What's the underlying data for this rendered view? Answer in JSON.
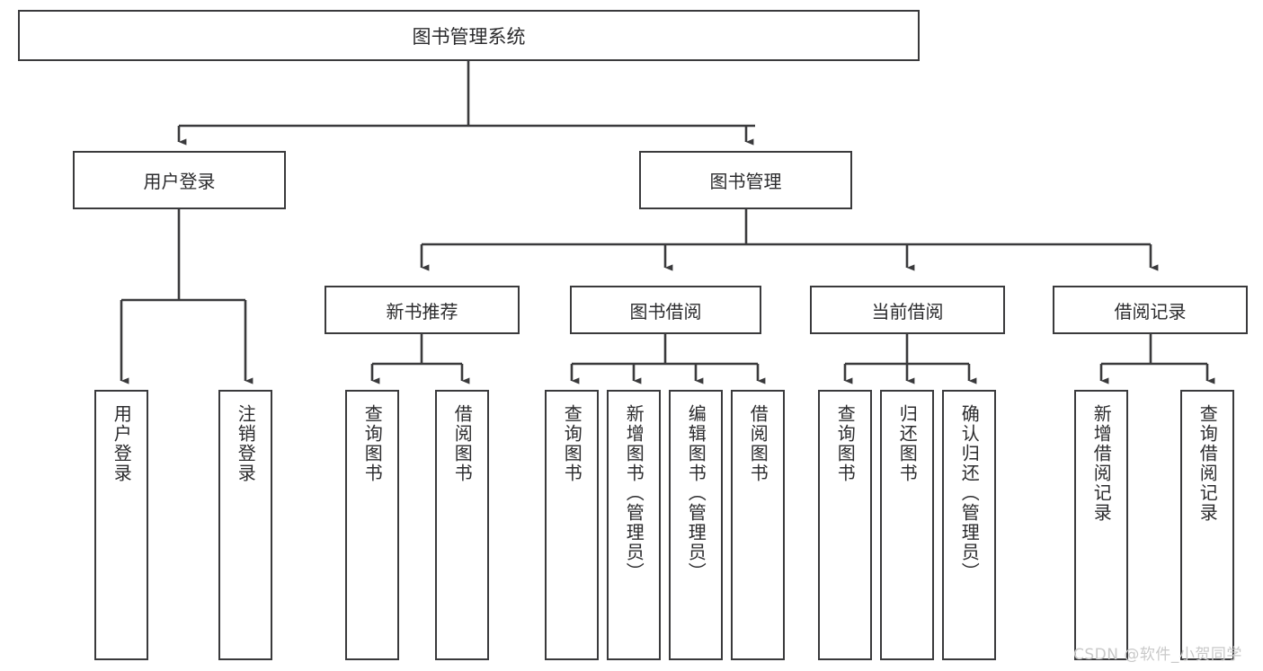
{
  "diagram": {
    "title_node": {
      "label": "图书管理系统"
    },
    "level2": [
      {
        "label": "用户登录"
      },
      {
        "label": "图书管理"
      }
    ],
    "level3": [
      {
        "label": "新书推荐"
      },
      {
        "label": "图书借阅"
      },
      {
        "label": "当前借阅"
      },
      {
        "label": "借阅记录"
      }
    ],
    "leaves": {
      "user_login": [
        {
          "label": "用户登录"
        },
        {
          "label": "注销登录"
        }
      ],
      "new_book": [
        {
          "label": "查询图书"
        },
        {
          "label": "借阅图书"
        }
      ],
      "book_borrow": [
        {
          "label": "查询图书"
        },
        {
          "label": "新增图书（管理员）"
        },
        {
          "label": "编辑图书（管理员）"
        },
        {
          "label": "借阅图书"
        }
      ],
      "current_borrow": [
        {
          "label": "查询图书"
        },
        {
          "label": "归还图书"
        },
        {
          "label": "确认归还（管理员）"
        }
      ],
      "borrow_record": [
        {
          "label": "新增借阅记录"
        },
        {
          "label": "查询借阅记录"
        }
      ]
    }
  },
  "watermark": {
    "text": "CSDN @软件_小贺同学"
  },
  "colors": {
    "stroke": "#3a3a3c",
    "text": "#2b2b2d",
    "background": "#ffffff",
    "watermark": "#c9c9c9"
  }
}
